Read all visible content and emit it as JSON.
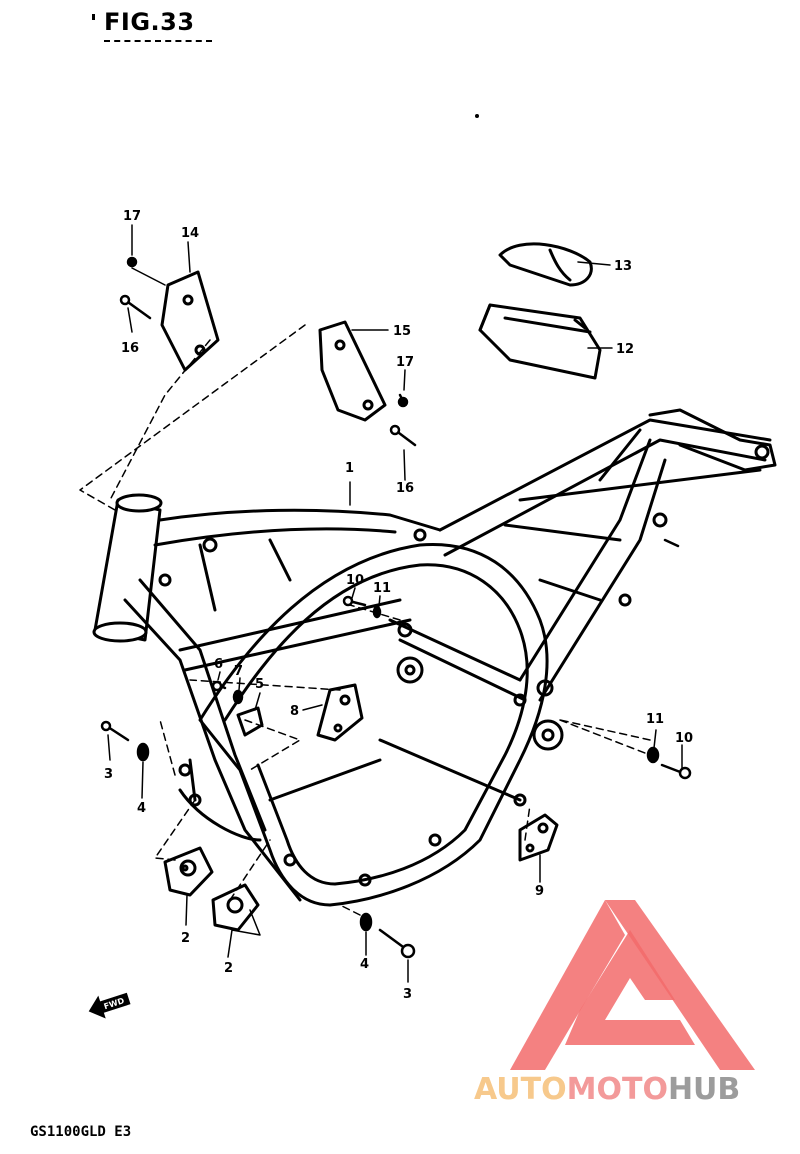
{
  "figure": {
    "title": "FIG.33",
    "model": "GS1100GLD E3"
  },
  "fwd_label": "FWD",
  "callouts": [
    {
      "id": "c1",
      "label": "1"
    },
    {
      "id": "c2a",
      "label": "2"
    },
    {
      "id": "c2b",
      "label": "2"
    },
    {
      "id": "c3a",
      "label": "3"
    },
    {
      "id": "c3b",
      "label": "3"
    },
    {
      "id": "c4a",
      "label": "4"
    },
    {
      "id": "c4b",
      "label": "4"
    },
    {
      "id": "c5",
      "label": "5"
    },
    {
      "id": "c6",
      "label": "6"
    },
    {
      "id": "c7",
      "label": "7"
    },
    {
      "id": "c8",
      "label": "8"
    },
    {
      "id": "c9",
      "label": "9"
    },
    {
      "id": "c10a",
      "label": "10"
    },
    {
      "id": "c10b",
      "label": "10"
    },
    {
      "id": "c11a",
      "label": "11"
    },
    {
      "id": "c11b",
      "label": "11"
    },
    {
      "id": "c12",
      "label": "12"
    },
    {
      "id": "c13",
      "label": "13"
    },
    {
      "id": "c14",
      "label": "14"
    },
    {
      "id": "c15",
      "label": "15"
    },
    {
      "id": "c16a",
      "label": "16"
    },
    {
      "id": "c16b",
      "label": "16"
    },
    {
      "id": "c17a",
      "label": "17"
    },
    {
      "id": "c17b",
      "label": "17"
    }
  ],
  "watermark": {
    "part1": "AUTO",
    "part2": "MOTO",
    "part3": "HUB",
    "colors": {
      "auto": "#f7c98c",
      "moto": "#f39a9a",
      "hub": "#9c9c9c",
      "triangle": "#f26b6b"
    }
  }
}
